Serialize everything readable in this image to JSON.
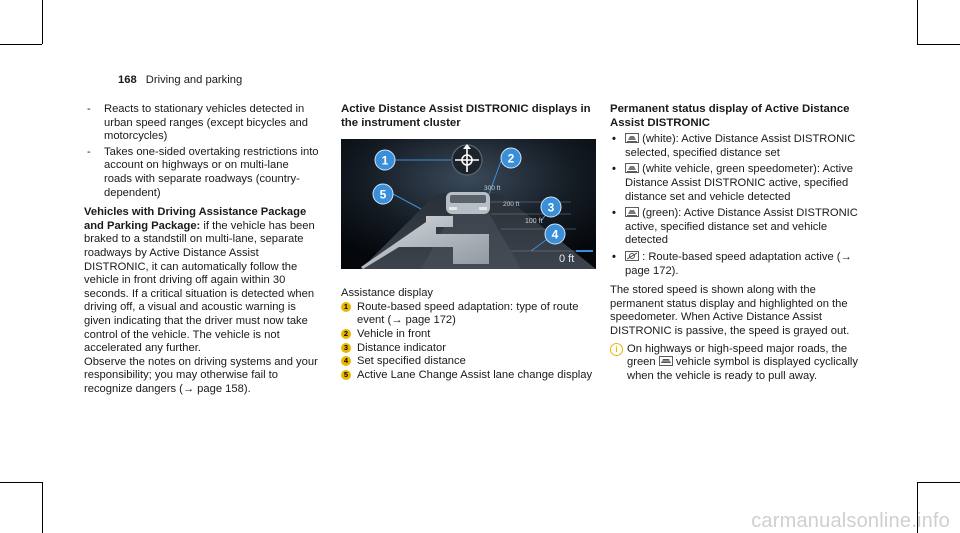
{
  "header": {
    "page_number": "168",
    "section": "Driving and parking"
  },
  "col1": {
    "dash_items": [
      "Reacts to stationary vehicles detected in urban speed ranges (except bicycles and motorcycles)",
      "Takes one-sided overtaking restrictions into account on highways or on multi-lane roads with separate roadways (country-dependent)"
    ],
    "package_bold": "Vehicles with Driving Assistance Package and Parking Package:",
    "package_text": " if the vehicle has been braked to a standstill on multi-lane, separate roadways by Active Distance Assist DISTRONIC, it can automatically follow the vehicle in front driving off again within 30 seconds. If a critical situation is detected when driving off, a visual and acoustic warning is given indicating that the driver must now take control of the vehicle. The vehicle is not accelerated any further.",
    "observe_text": "Observe the notes on driving systems and your responsibility; you may otherwise fail to recognize dangers (→ page 158)."
  },
  "col2": {
    "title": "Active Distance Assist DISTRONIC displays in the instrument cluster",
    "figure": {
      "dist_300": "300 ft",
      "dist_200": "200 ft",
      "dist_100": "100 ft",
      "dist_0": "0 ft",
      "callouts": [
        "1",
        "2",
        "3",
        "4",
        "5"
      ]
    },
    "caption": "Assistance display",
    "legend": [
      {
        "num": "1",
        "text": "Route-based speed adaptation: type of route event (→ page 172)"
      },
      {
        "num": "2",
        "text": "Vehicle in front"
      },
      {
        "num": "3",
        "text": "Distance indicator"
      },
      {
        "num": "4",
        "text": "Set specified distance"
      },
      {
        "num": "5",
        "text": "Active Lane Change Assist lane change display"
      }
    ]
  },
  "col3": {
    "title": "Permanent status display of Active Distance Assist DISTRONIC",
    "bullets": [
      "(white): Active Distance Assist DISTRONIC selected, specified distance set",
      "(white vehicle, green speedometer): Active Distance Assist DISTRONIC active, specified distance set and vehicle detected",
      "(green): Active Distance Assist DISTRONIC active, specified distance set and vehicle detected",
      ": Route-based speed adaptation active (→ page 172)."
    ],
    "stored_speed": "The stored speed is shown along with the permanent status display and highlighted on the speedometer. When Active Distance Assist DISTRONIC is passive, the speed is grayed out.",
    "note_icon": "i",
    "note_before": "On highways or high-speed major roads, the green ",
    "note_after": " vehicle symbol is displayed cyclically when the vehicle is ready to pull away."
  },
  "footer": {
    "watermark": "carmanualsonline.info"
  },
  "colors": {
    "accent": "#e8b800",
    "figure_bg": "#0b0f14",
    "callout_blue": "#3a8fd8",
    "lane_green": "#5bc0de"
  }
}
